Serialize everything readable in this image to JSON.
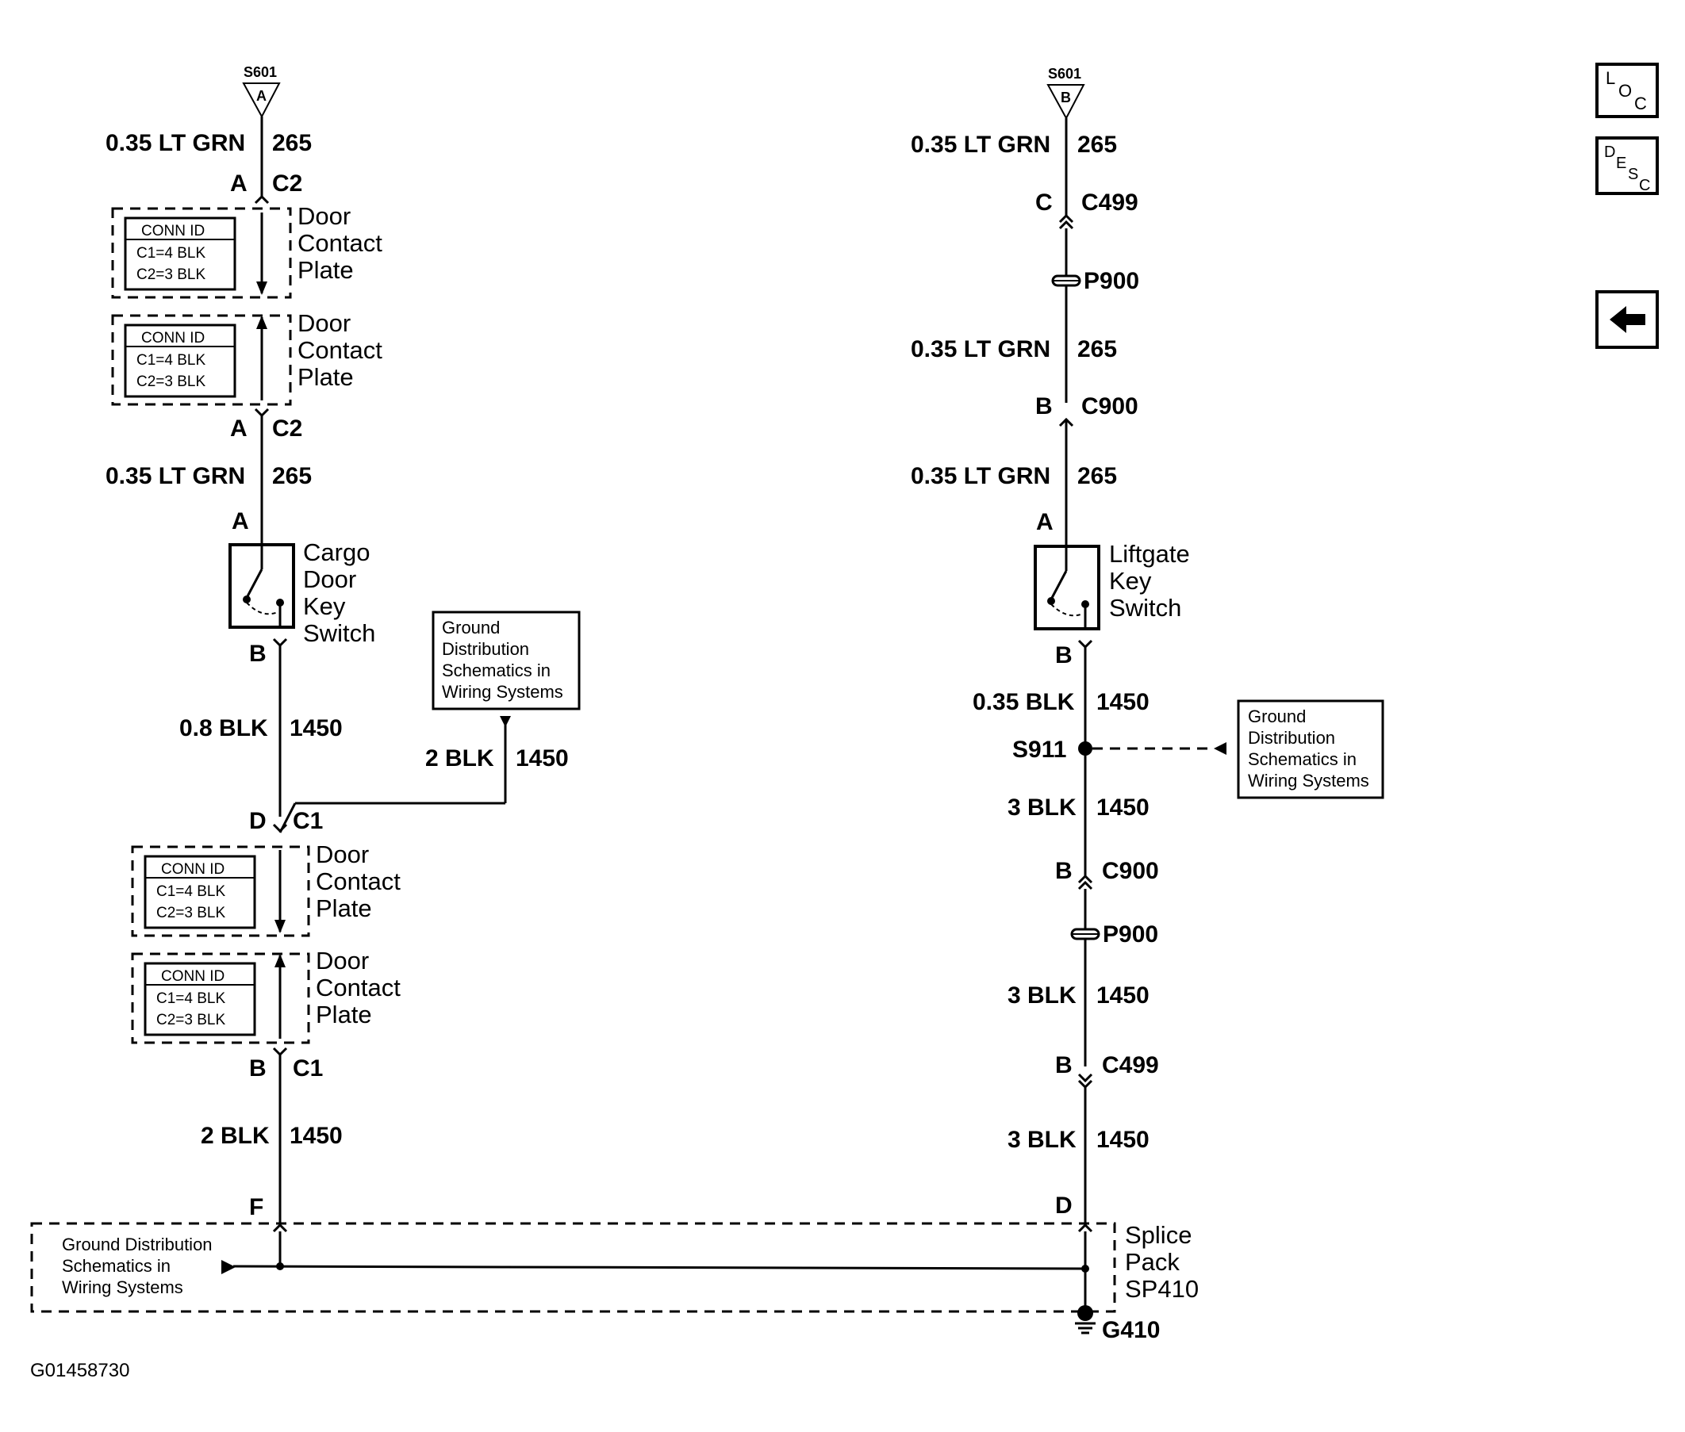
{
  "left_circuit": {
    "splice_top": {
      "name": "S601",
      "letter": "A"
    },
    "wire1": {
      "size": "0.35 LT GRN",
      "circuit": "265"
    },
    "conn1": {
      "pin": "A",
      "name": "C2"
    },
    "door_contact_plate_1": {
      "label_lines": [
        "Door",
        "Contact",
        "Plate"
      ],
      "conn_id": {
        "title": "CONN ID",
        "c1": "C1=4 BLK",
        "c2": "C2=3 BLK"
      }
    },
    "door_contact_plate_2": {
      "label_lines": [
        "Door",
        "Contact",
        "Plate"
      ],
      "conn_id": {
        "title": "CONN ID",
        "c1": "C1=4 BLK",
        "c2": "C2=3 BLK"
      }
    },
    "conn2": {
      "pin": "A",
      "name": "C2"
    },
    "wire2": {
      "size": "0.35 LT GRN",
      "circuit": "265"
    },
    "switch_pin_top": "A",
    "switch": {
      "label_lines": [
        "Cargo",
        "Door",
        "Key",
        "Switch"
      ]
    },
    "switch_pin_bottom": "B",
    "wire3": {
      "size": "0.8 BLK",
      "circuit": "1450"
    },
    "ground_ref": {
      "lines": [
        "Ground",
        "Distribution",
        "Schematics in",
        "Wiring Systems"
      ]
    },
    "ground_wire": {
      "size": "2 BLK",
      "circuit": "1450"
    },
    "conn3": {
      "pin": "D",
      "name": "C1"
    },
    "door_contact_plate_3": {
      "label_lines": [
        "Door",
        "Contact",
        "Plate"
      ],
      "conn_id": {
        "title": "CONN ID",
        "c1": "C1=4 BLK",
        "c2": "C2=3 BLK"
      }
    },
    "door_contact_plate_4": {
      "label_lines": [
        "Door",
        "Contact",
        "Plate"
      ],
      "conn_id": {
        "title": "CONN ID",
        "c1": "C1=4 BLK",
        "c2": "C2=3 BLK"
      }
    },
    "conn4": {
      "pin": "B",
      "name": "C1"
    },
    "wire4": {
      "size": "2 BLK",
      "circuit": "1450"
    },
    "splice_pin": "F"
  },
  "right_circuit": {
    "splice_top": {
      "name": "S601",
      "letter": "B"
    },
    "wire1": {
      "size": "0.35 LT GRN",
      "circuit": "265"
    },
    "conn1": {
      "pin": "C",
      "name": "C499"
    },
    "pass1": "P900",
    "wire2": {
      "size": "0.35 LT GRN",
      "circuit": "265"
    },
    "conn2": {
      "pin": "B",
      "name": "C900"
    },
    "wire3": {
      "size": "0.35 LT GRN",
      "circuit": "265"
    },
    "switch_pin_top": "A",
    "switch": {
      "label_lines": [
        "Liftgate",
        "Key",
        "Switch"
      ]
    },
    "switch_pin_bottom": "B",
    "wire4": {
      "size": "0.35 BLK",
      "circuit": "1450"
    },
    "splice": "S911",
    "ground_ref": {
      "lines": [
        "Ground",
        "Distribution",
        "Schematics in",
        "Wiring Systems"
      ]
    },
    "wire5": {
      "size": "3 BLK",
      "circuit": "1450"
    },
    "conn3": {
      "pin": "B",
      "name": "C900"
    },
    "pass2": "P900",
    "wire6": {
      "size": "3 BLK",
      "circuit": "1450"
    },
    "conn4": {
      "pin": "B",
      "name": "C499"
    },
    "wire7": {
      "size": "3 BLK",
      "circuit": "1450"
    },
    "splice_pin": "D"
  },
  "splice_pack": {
    "label_lines": [
      "Splice",
      "Pack",
      "SP410"
    ],
    "ground": "G410",
    "ground_ref": {
      "lines": [
        "Ground Distribution",
        "Schematics in",
        "Wiring Systems"
      ]
    }
  },
  "nav": {
    "loc": {
      "letters": [
        "L",
        "O",
        "C"
      ]
    },
    "desc": {
      "letters": [
        "D",
        "E",
        "S",
        "C"
      ]
    },
    "back_icon": "left-arrow-icon"
  },
  "figure_id": "G01458730"
}
